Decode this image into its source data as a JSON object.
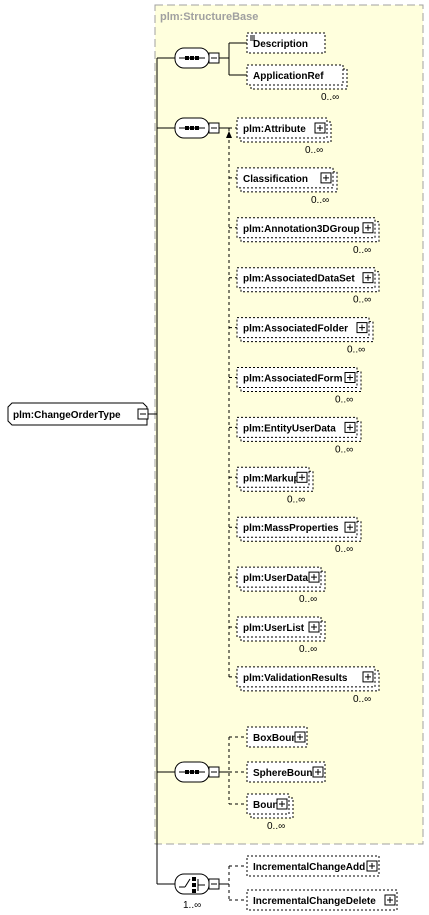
{
  "base_group": {
    "title": "plm:StructureBase"
  },
  "root": {
    "label": "plm:ChangeOrderType"
  },
  "sequence_1": {
    "elements": [
      {
        "label": "Description",
        "occurs": "",
        "expandable": false,
        "doc": true
      },
      {
        "label": "ApplicationRef",
        "occurs": "0..∞",
        "expandable": false,
        "doc": false
      }
    ]
  },
  "sequence_2": {
    "elements": [
      {
        "label": "plm:Attribute",
        "occurs": "0..∞"
      },
      {
        "label": "Classification",
        "occurs": "0..∞"
      },
      {
        "label": "plm:Annotation3DGroup",
        "occurs": "0..∞"
      },
      {
        "label": "plm:AssociatedDataSet",
        "occurs": "0..∞"
      },
      {
        "label": "plm:AssociatedFolder",
        "occurs": "0..∞"
      },
      {
        "label": "plm:AssociatedForm",
        "occurs": "0..∞"
      },
      {
        "label": "plm:EntityUserData",
        "occurs": "0..∞"
      },
      {
        "label": "plm:Markup",
        "occurs": "0..∞"
      },
      {
        "label": "plm:MassProperties",
        "occurs": "0..∞"
      },
      {
        "label": "plm:UserData",
        "occurs": "0..∞"
      },
      {
        "label": "plm:UserList",
        "occurs": "0..∞"
      },
      {
        "label": "plm:ValidationResults",
        "occurs": "0..∞"
      }
    ]
  },
  "sequence_3": {
    "elements": [
      {
        "label": "BoxBound",
        "occurs": ""
      },
      {
        "label": "SphereBound",
        "occurs": ""
      },
      {
        "label": "Bound",
        "occurs": "0..∞"
      }
    ]
  },
  "choice": {
    "occurs": "1..∞",
    "elements": [
      {
        "label": "IncrementalChangeAdd",
        "occurs": ""
      },
      {
        "label": "IncrementalChangeDelete",
        "occurs": ""
      }
    ]
  },
  "colors": {
    "group_fill": "#FFFFDD",
    "group_border": "#A0A0A0",
    "group_title": "#A0A0A0",
    "box_fill": "#FFFFFF",
    "line": "#000000"
  }
}
